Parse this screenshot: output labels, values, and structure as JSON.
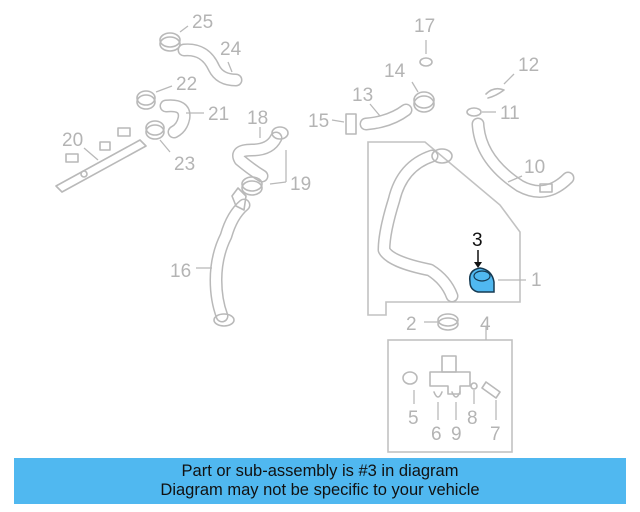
{
  "diagram": {
    "highlighted_part": "3",
    "highlight_color": "#50b8f0",
    "labels": {
      "p1": "1",
      "p2": "2",
      "p3": "3",
      "p4": "4",
      "p5": "5",
      "p6": "6",
      "p7": "7",
      "p8": "8",
      "p9": "9",
      "p10": "10",
      "p11": "11",
      "p12": "12",
      "p13": "13",
      "p14": "14",
      "p15": "15",
      "p16": "16",
      "p17": "17",
      "p18": "18",
      "p19": "19",
      "p20": "20",
      "p21": "21",
      "p22": "22",
      "p23": "23",
      "p24": "24",
      "p25": "25"
    }
  },
  "banner": {
    "line1": "Part or sub-assembly is #3 in diagram",
    "line2": "Diagram may not be specific to your vehicle",
    "background": "#50b8f0"
  }
}
